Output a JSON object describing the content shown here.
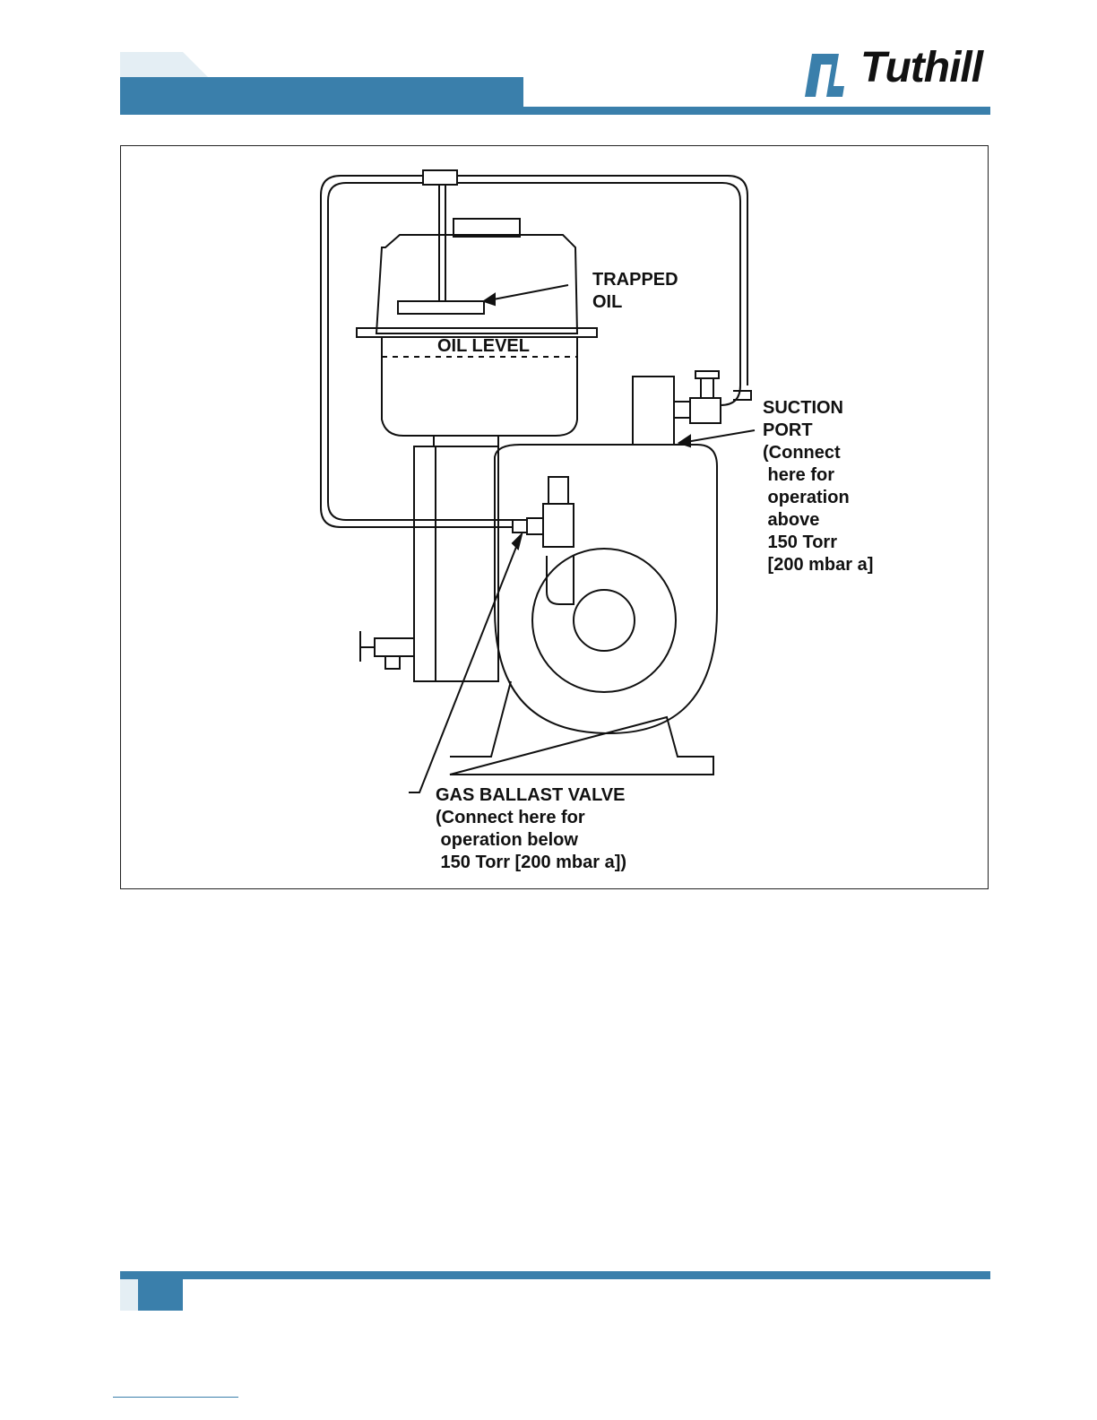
{
  "brand": {
    "name": "Tuthill",
    "accent_color": "#3a7fab",
    "logo_icon": "tuthill-logo-icon"
  },
  "figure": {
    "labels": {
      "trapped_oil": "TRAPPED\nOIL",
      "oil_level": "OIL LEVEL",
      "suction_port": "SUCTION\nPORT\n(Connect\n here for\n operation\n above\n 150 Torr\n [200 mbar a]",
      "gas_ballast_valve": "GAS BALLAST VALVE\n(Connect here for\n operation below\n 150 Torr [200 mbar a])"
    }
  }
}
